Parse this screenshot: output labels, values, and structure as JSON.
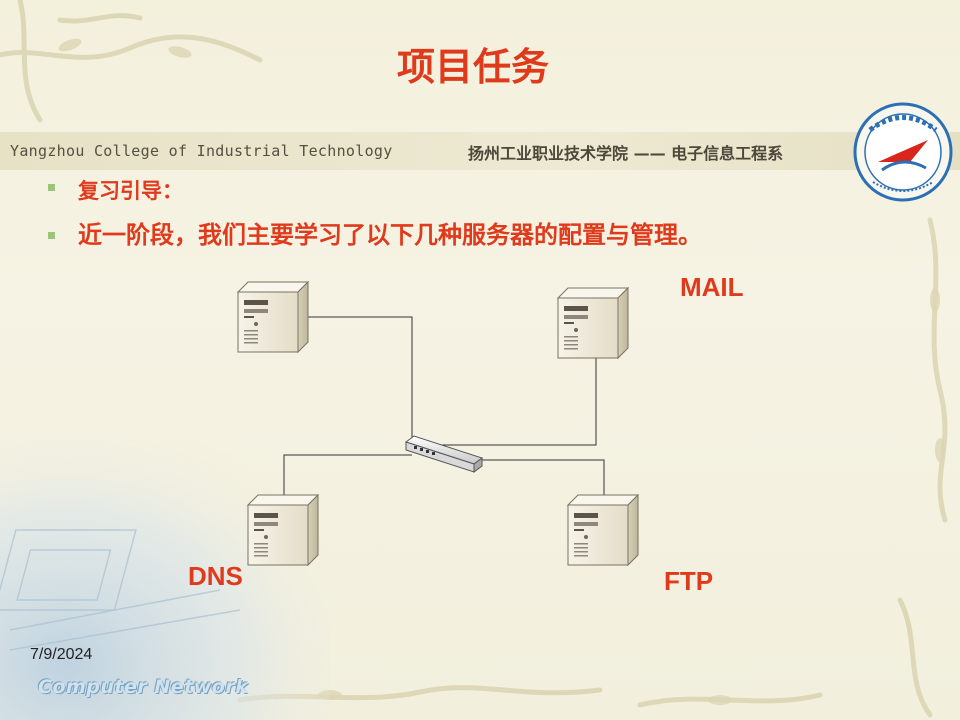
{
  "slide": {
    "title": "项目任务",
    "college_en": "Yangzhou College of Industrial Technology",
    "college_cn": "扬州工业职业技术学院 —— 电子信息工程系",
    "bullets": [
      "复习引导：",
      "近一阶段，我们主要学习了以下几种服务器的配置与管理。"
    ],
    "servers": {
      "mail": "MAIL",
      "dns": "DNS",
      "ftp": "FTP"
    },
    "date": "7/9/2024",
    "footer_brand": "Computer Network"
  },
  "colors": {
    "accent_red": "#e03a1c",
    "bullet_green": "#9bc57b",
    "background": "#f4f1de"
  },
  "icons": [
    "server-icon",
    "network-switch-icon",
    "college-logo-icon"
  ]
}
